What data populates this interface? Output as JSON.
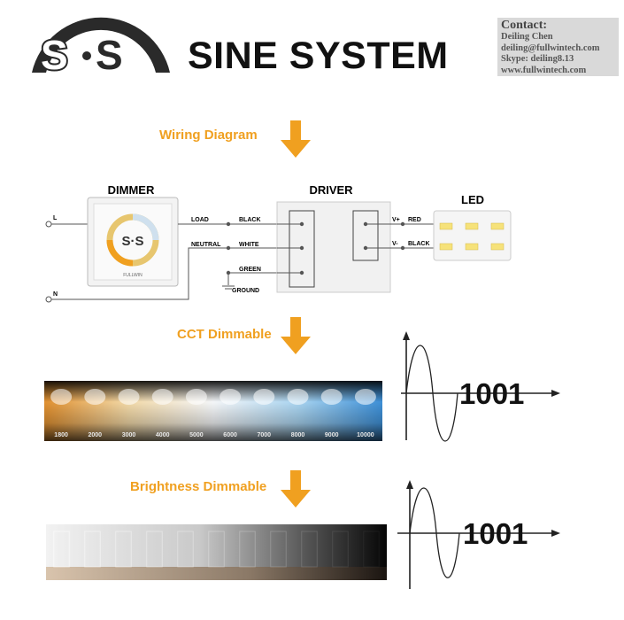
{
  "header": {
    "logo_text": "S·S",
    "brand": "SINE SYSTEM"
  },
  "contact": {
    "title": "Contact:",
    "lines": [
      "Deiling Chen",
      "deiling@fullwintech.com",
      "Skype: deiling8.13",
      "www.fullwintech.com"
    ]
  },
  "sections": {
    "wiring": "Wiring Diagram",
    "cct": "CCT Dimmable",
    "brightness": "Brightness Dimmable"
  },
  "diagram": {
    "dimmer_label": "DIMMER",
    "driver_label": "DRIVER",
    "led_label": "LED",
    "dimmer_brand": "FULLWIN",
    "wires": {
      "l": "L",
      "n": "N",
      "load": "LOAD",
      "neutral": "NEUTRAL",
      "black": "BLACK",
      "white": "WHITE",
      "green": "GREEN",
      "ground": "GROUND",
      "vplus": "V+",
      "vminus": "V-",
      "red": "RED",
      "black_out": "BLACK"
    }
  },
  "signal": {
    "code_cct": "1001",
    "code_brightness": "1001"
  },
  "colors": {
    "accent": "#f0a020",
    "led_chip": "#f6e27a",
    "contact_bg": "#d9d9d9"
  },
  "cct_strip": {
    "labels": [
      "1800",
      "2000",
      "3000",
      "4000",
      "5000",
      "6000",
      "7000",
      "8000",
      "9000",
      "10000"
    ]
  }
}
